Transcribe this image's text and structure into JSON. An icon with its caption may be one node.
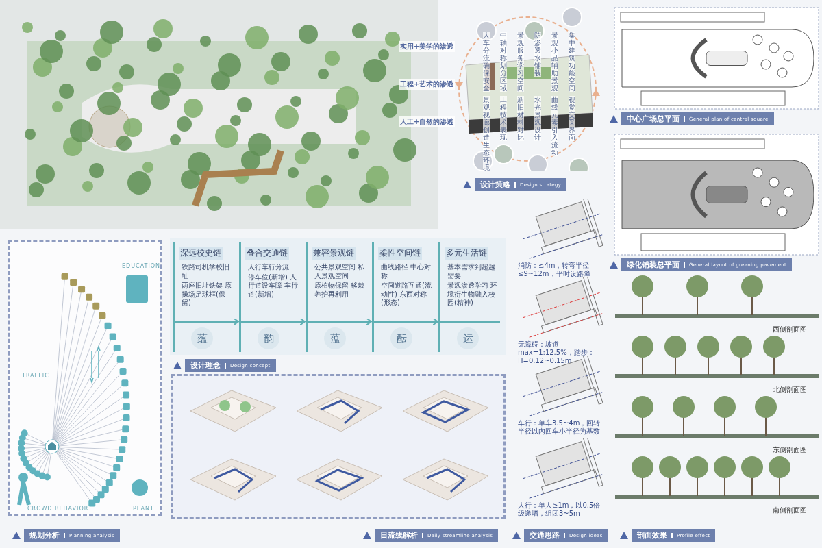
{
  "diagram": {
    "nodes": [
      {
        "text": [
          "深远校史链",
          "铁路司机学校旧址",
          "两座旧址铁架 原操场足球框(保留)",
          "蕴"
        ]
      },
      {
        "text": [
          "叠合交通链",
          "人行车行分流",
          "停车位(新增) 人行道设车障 车行道(新增)",
          "韵"
        ]
      },
      {
        "text": [
          "兼容景观链",
          "公共景观空间 私人景观空间",
          "原植物保留 移栽养护再利用",
          "蕰"
        ]
      },
      {
        "text": [
          "柔性空间链",
          "曲线路径 中心对称",
          "空间道路互通(流动性) 东西对称(形态)",
          "酝"
        ]
      },
      {
        "text": [
          "多元生活链",
          "基本需求到超越需要",
          "景观渗透学习 环境衍生物融入校园(精神)",
          "运"
        ]
      }
    ],
    "edges": [
      {
        "from": 0,
        "to": 1,
        "arrow": "to"
      },
      {
        "from": 1,
        "to": 2,
        "arrow": "to"
      },
      {
        "from": 2,
        "to": 3,
        "arrow": "to"
      },
      {
        "from": 3,
        "to": 4,
        "arrow": "to"
      }
    ],
    "labels": [
      "设计策略",
      "Design strategy",
      "中心广场总平面",
      "General plan of central square",
      "绿化铺装总平面",
      "General layout of greening pavement",
      "规划分析",
      "Planning analysis",
      "设计理念",
      "Design concept",
      "日流线解析",
      "Daily streamline analysis",
      "交通思路",
      "Design ideas",
      "剖面效果",
      "Profile effect",
      "EDUCATION",
      "TRAFFIC",
      "CROWD BEHAVIOR",
      "PLANT",
      "西侧剖面图",
      "北侧剖面图",
      "东侧剖面图",
      "南侧剖面图",
      "消防：≤4m，转弯半径≤9~12m，平时设路障",
      "无障碍：坡道max=1:12.5%，踏步：H=0.12~0.15m",
      "车行：单车3.5~4m，回转半径以内回车小半径为基数",
      "人行：单人≥1m，以0.5倍级递增，组团3~5m",
      "实用+美学的渗透",
      "工程+艺术的渗透",
      "人工+自然的渗透",
      "人车分流确保安全",
      "中轴对称划分区域",
      "景观服务学习空间",
      "防渗透水铺装",
      "景观小品辅助景观",
      "集中建筑功能空间",
      "景观视廊创造生态环境",
      "工程技术表现",
      "新旧材料对比",
      "水光景观设计",
      "曲线元素引入流动",
      "视觉交叉界面"
    ]
  }
}
